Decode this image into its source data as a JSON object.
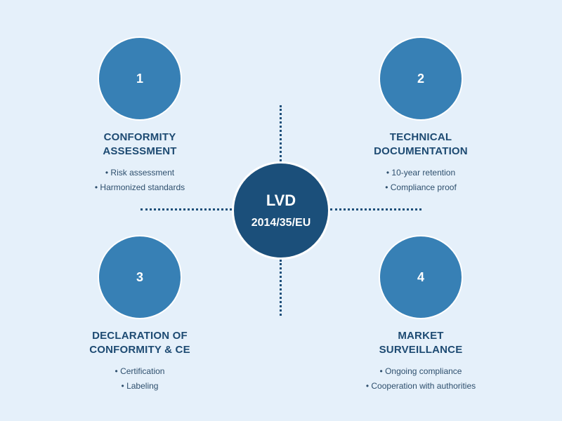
{
  "center": {
    "title": "LVD",
    "subtitle": "2014/35/EU"
  },
  "nodes": [
    {
      "number": "1",
      "title_line1": "CONFORMITY",
      "title_line2": "ASSESSMENT",
      "bullets": [
        "Risk assessment",
        "Harmonized standards"
      ]
    },
    {
      "number": "2",
      "title_line1": "TECHNICAL",
      "title_line2": "DOCUMENTATION",
      "bullets": [
        "10-year retention",
        "Compliance proof"
      ]
    },
    {
      "number": "3",
      "title_line1": "DECLARATION OF",
      "title_line2": "CONFORMITY & CE",
      "bullets": [
        "Certification",
        "Labeling"
      ]
    },
    {
      "number": "4",
      "title_line1": "MARKET",
      "title_line2": "SURVEILLANCE",
      "bullets": [
        "Ongoing compliance",
        "Cooperation with authorities"
      ]
    }
  ],
  "colors": {
    "background": "#e5f0fa",
    "center_fill": "#1b4f7a",
    "node_fill": "#3780b5",
    "title_text": "#1d4a72",
    "connector": "#1d4f7a"
  }
}
